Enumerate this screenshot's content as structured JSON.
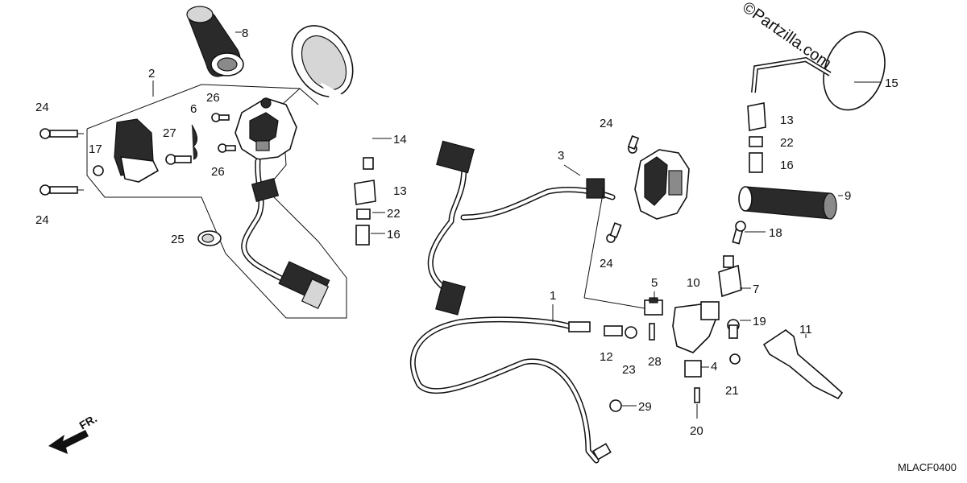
{
  "watermark": "©Partzilla.com",
  "diagram_code": "MLACF0400",
  "front_indicator": "FR.",
  "callouts": [
    {
      "id": "c8",
      "text": "8"
    },
    {
      "id": "c2",
      "text": "2"
    },
    {
      "id": "c24a",
      "text": "24"
    },
    {
      "id": "c6",
      "text": "6"
    },
    {
      "id": "c26a",
      "text": "26"
    },
    {
      "id": "c27",
      "text": "27"
    },
    {
      "id": "c17",
      "text": "17"
    },
    {
      "id": "c26b",
      "text": "26"
    },
    {
      "id": "c24b",
      "text": "24"
    },
    {
      "id": "c25",
      "text": "25"
    },
    {
      "id": "c14",
      "text": "14"
    },
    {
      "id": "c13a",
      "text": "13"
    },
    {
      "id": "c22a",
      "text": "22"
    },
    {
      "id": "c16a",
      "text": "16"
    },
    {
      "id": "c3",
      "text": "3"
    },
    {
      "id": "c24c",
      "text": "24"
    },
    {
      "id": "c24d",
      "text": "24"
    },
    {
      "id": "c15",
      "text": "15"
    },
    {
      "id": "c13b",
      "text": "13"
    },
    {
      "id": "c22b",
      "text": "22"
    },
    {
      "id": "c16b",
      "text": "16"
    },
    {
      "id": "c9",
      "text": "9"
    },
    {
      "id": "c18",
      "text": "18"
    },
    {
      "id": "c10",
      "text": "10"
    },
    {
      "id": "c7",
      "text": "7"
    },
    {
      "id": "c5",
      "text": "5"
    },
    {
      "id": "c1",
      "text": "1"
    },
    {
      "id": "c19",
      "text": "19"
    },
    {
      "id": "c11",
      "text": "11"
    },
    {
      "id": "c12",
      "text": "12"
    },
    {
      "id": "c23",
      "text": "23"
    },
    {
      "id": "c28",
      "text": "28"
    },
    {
      "id": "c4",
      "text": "4"
    },
    {
      "id": "c21",
      "text": "21"
    },
    {
      "id": "c29",
      "text": "29"
    },
    {
      "id": "c20",
      "text": "20"
    }
  ]
}
